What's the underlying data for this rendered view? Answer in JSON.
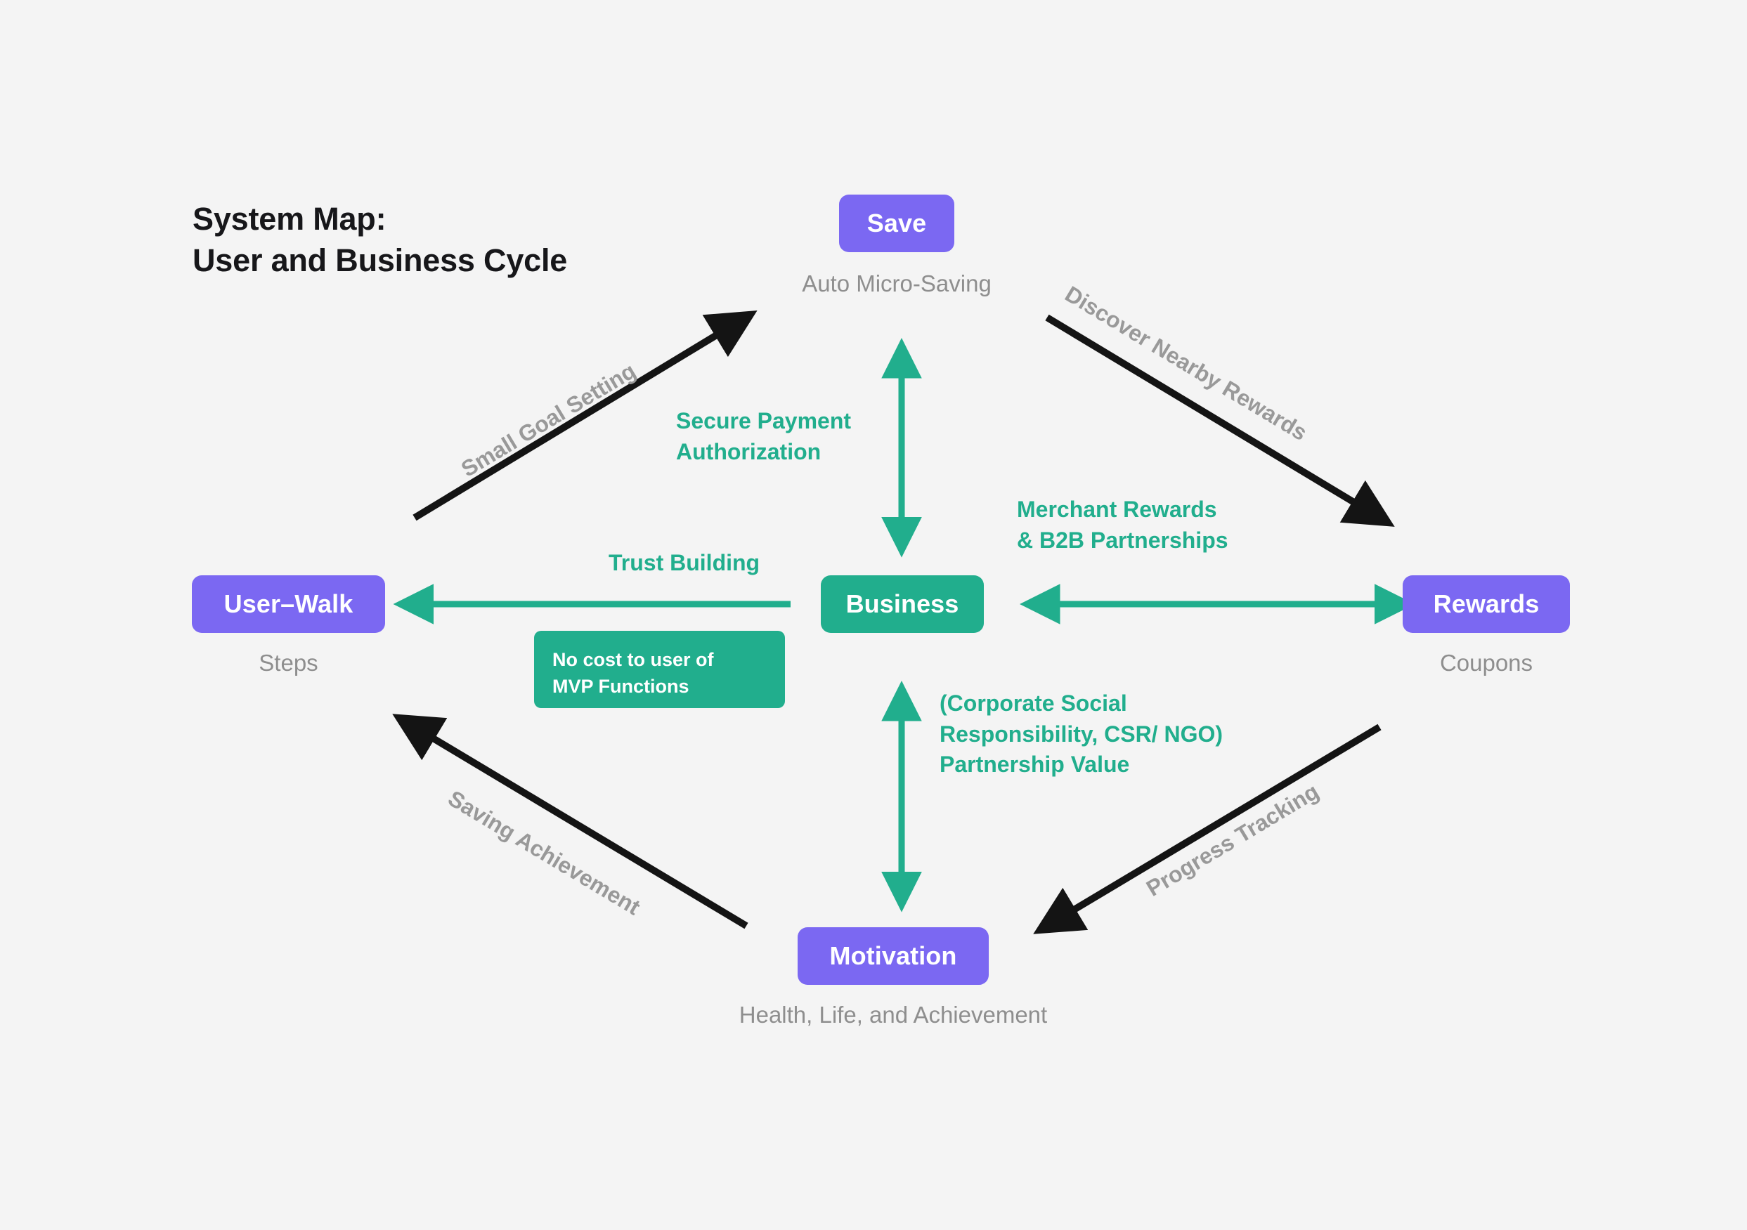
{
  "background_color": "#f4f4f4",
  "palette": {
    "purple_node": "#7b68f2",
    "green_node": "#21ae8d",
    "green_text": "#21ae8d",
    "gray_text": "#999999",
    "caption_gray": "#8e8e8e",
    "black_arrow": "#141414"
  },
  "title": {
    "line1": "System Map:",
    "line2": "User and Business Cycle"
  },
  "nodes": [
    {
      "id": "save",
      "label": "Save",
      "caption": "Auto Micro-Saving",
      "color": "purple"
    },
    {
      "id": "user_walk",
      "label": "User–Walk",
      "caption": "Steps",
      "color": "purple"
    },
    {
      "id": "business",
      "label": "Business",
      "caption": "",
      "color": "green"
    },
    {
      "id": "rewards",
      "label": "Rewards",
      "caption": "Coupons",
      "color": "purple"
    },
    {
      "id": "motivation",
      "label": "Motivation",
      "caption": "Health, Life, and Achievement",
      "color": "purple"
    }
  ],
  "callout": {
    "line1": "No cost to user of",
    "line2": "MVP Functions"
  },
  "green_labels": {
    "secure_payment_l1": "Secure Payment",
    "secure_payment_l2": "Authorization",
    "trust_building": "Trust Building",
    "merchant_l1": "Merchant Rewards",
    "merchant_l2": "& B2B Partnerships",
    "csr_l1": "(Corporate Social",
    "csr_l2": "Responsibility, CSR/ NGO)",
    "csr_l3": "Partnership Value"
  },
  "gray_labels": {
    "small_goal_setting": "Small Goal Setting",
    "discover_nearby_rewards": "Discover Nearby Rewards",
    "saving_achievement": "Saving Achievement",
    "progress_tracking": "Progress Tracking"
  },
  "edges": [
    {
      "id": "user-to-save",
      "label": "Small Goal Setting",
      "style": "black",
      "heads": "end"
    },
    {
      "id": "save-to-rewards",
      "label": "Discover Nearby Rewards",
      "style": "black",
      "heads": "end"
    },
    {
      "id": "rewards-to-motivation",
      "label": "Progress Tracking",
      "style": "black",
      "heads": "end"
    },
    {
      "id": "motivation-to-user",
      "label": "Saving Achievement",
      "style": "black",
      "heads": "end"
    },
    {
      "id": "business-to-save",
      "label": "Secure Payment Authorization",
      "style": "green",
      "heads": "both"
    },
    {
      "id": "business-to-user",
      "label": "Trust Building",
      "style": "green",
      "heads": "end"
    },
    {
      "id": "business-to-rewards",
      "label": "Merchant Rewards & B2B Partnerships",
      "style": "green",
      "heads": "both"
    },
    {
      "id": "business-to-motivation",
      "label": "(Corporate Social Responsibility, CSR/ NGO) Partnership Value",
      "style": "green",
      "heads": "both"
    }
  ]
}
